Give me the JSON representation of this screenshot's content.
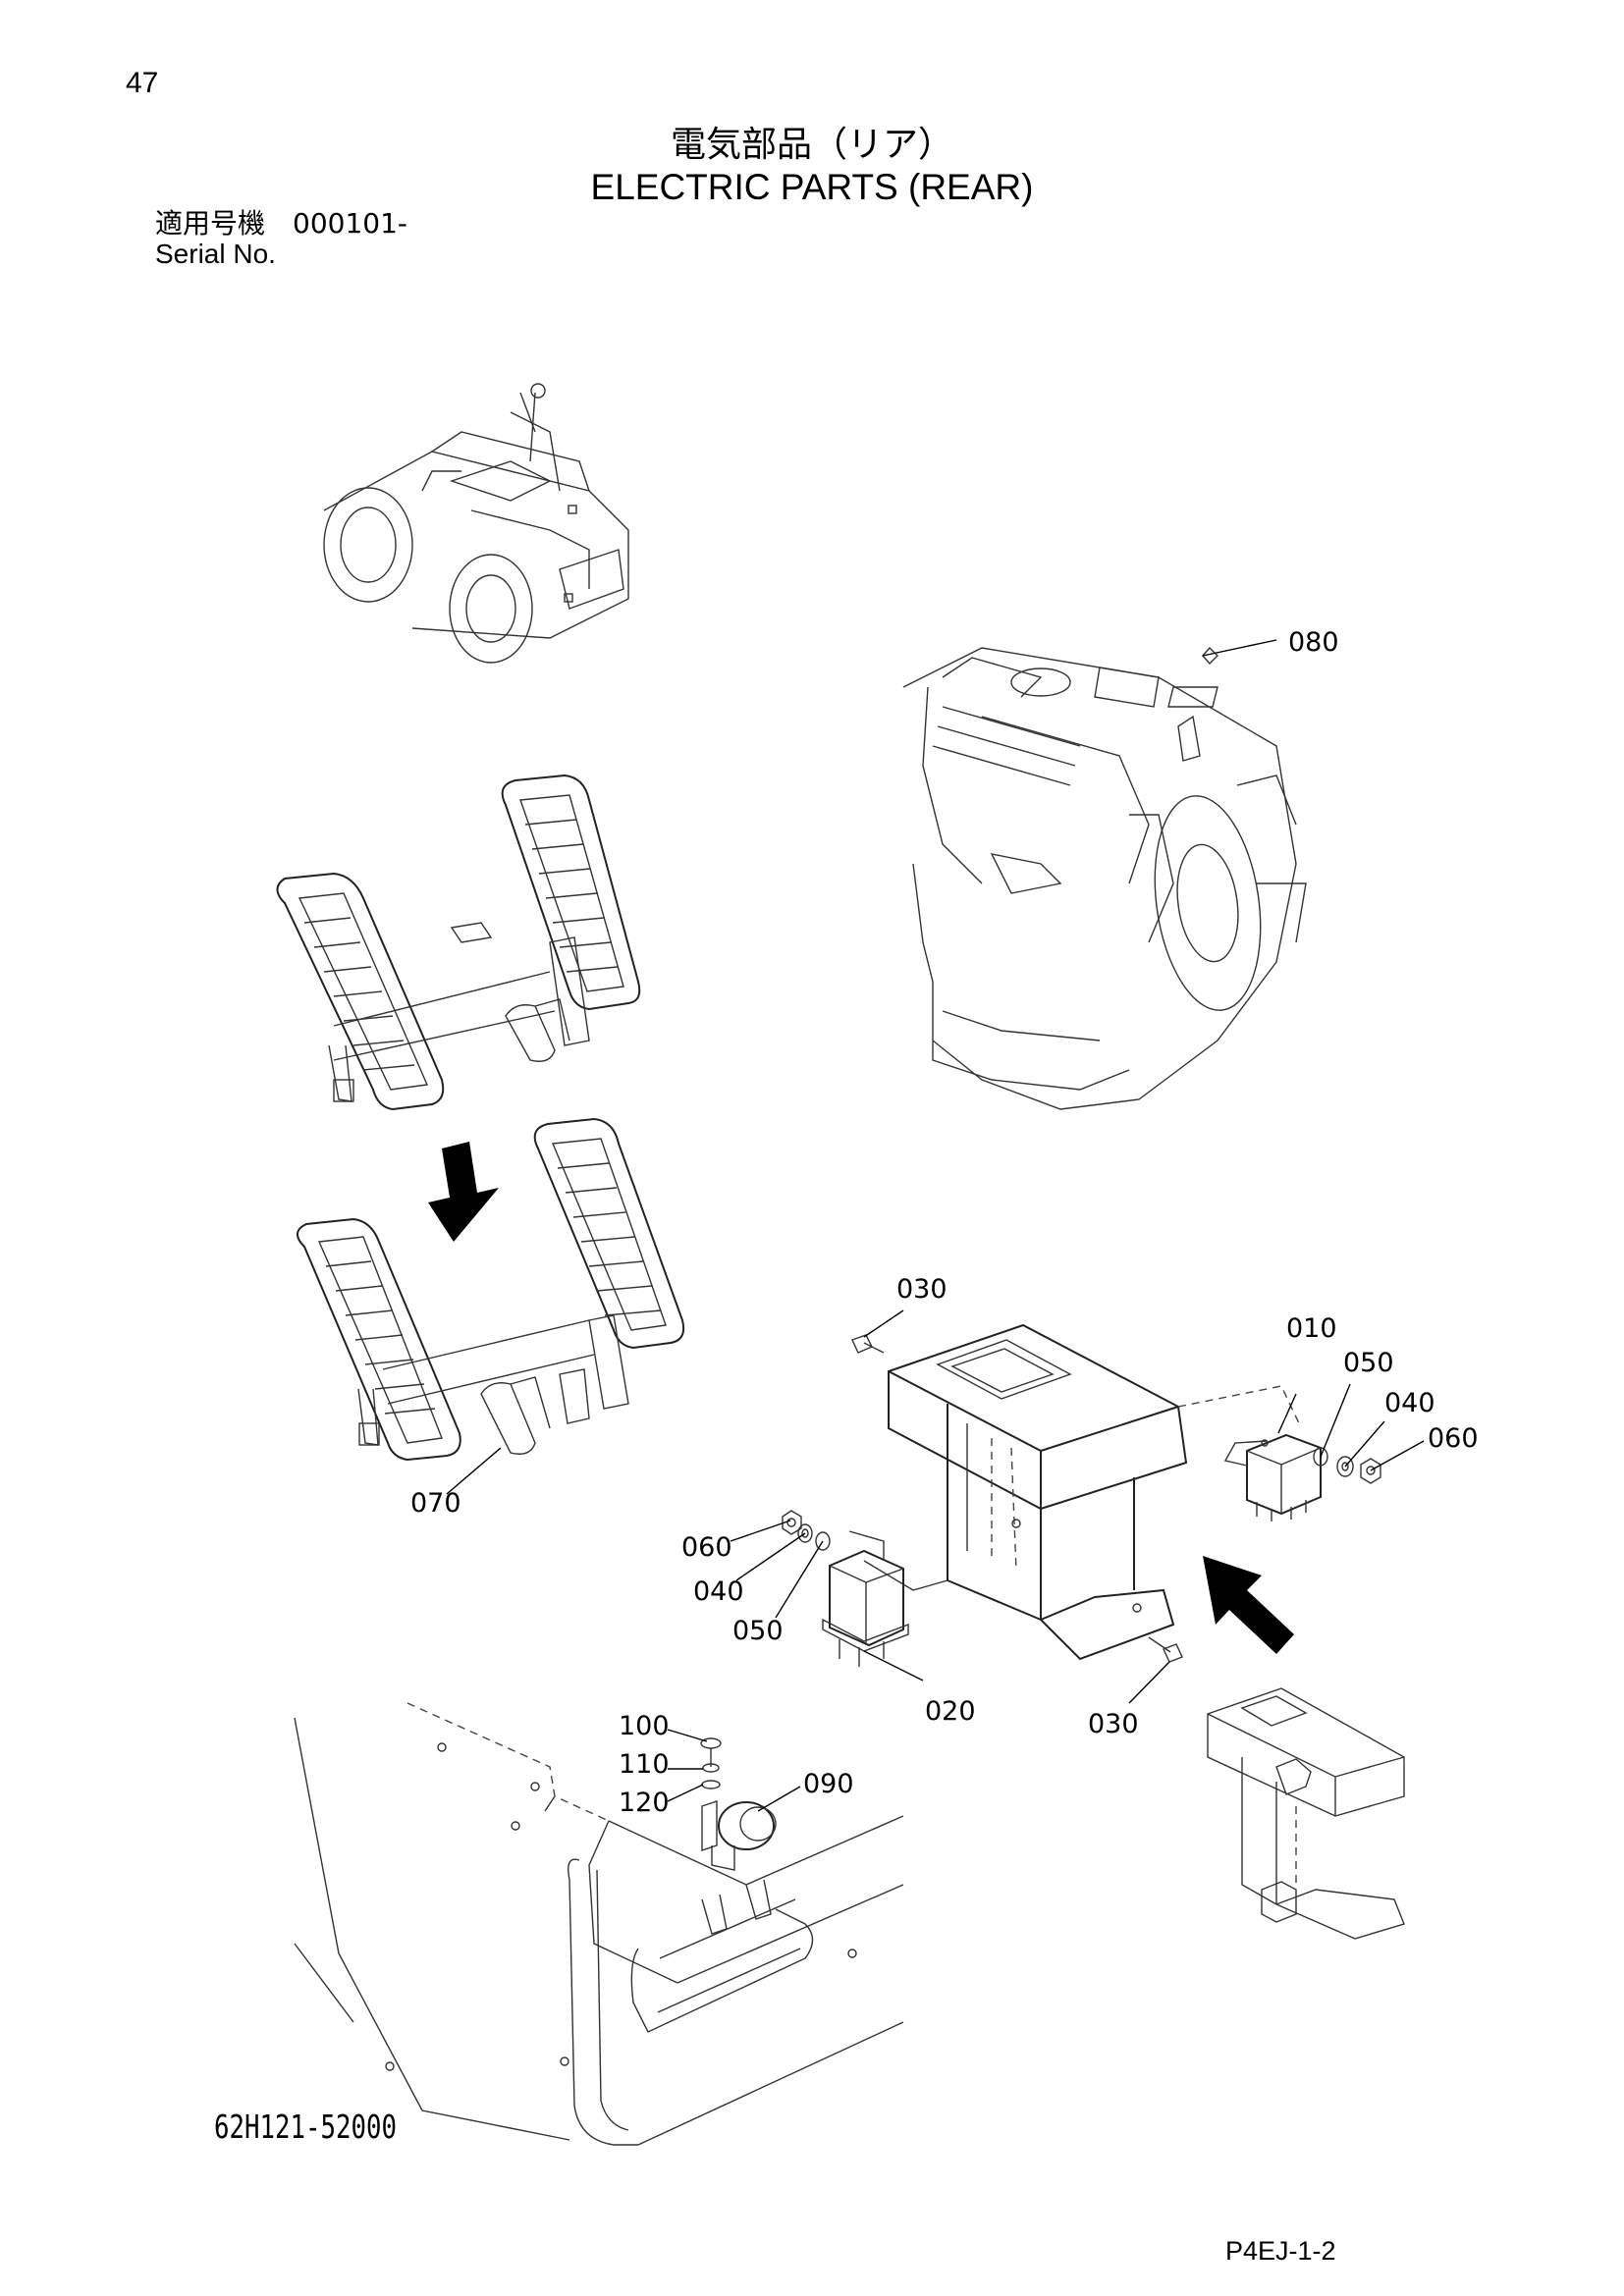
{
  "page": {
    "number": "47",
    "title_jp": "電気部品（リア）",
    "title_en": "ELECTRIC PARTS (REAR)",
    "serial_jp": "適用号機　000101-",
    "serial_en": "Serial No.",
    "drawing_number": "62H121-52000",
    "page_code": "P4EJ-1-2"
  },
  "callouts": {
    "p010": "010",
    "p020": "020",
    "p030a": "030",
    "p030b": "030",
    "p040a": "040",
    "p040b": "040",
    "p050a": "050",
    "p050b": "050",
    "p060a": "060",
    "p060b": "060",
    "p070": "070",
    "p080": "080",
    "p090": "090",
    "p100": "100",
    "p110": "110",
    "p120": "120"
  }
}
